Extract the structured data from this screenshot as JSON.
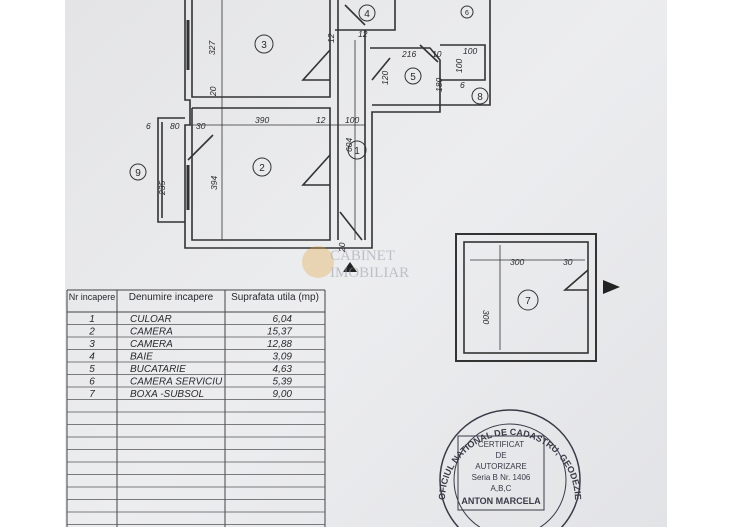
{
  "plan": {
    "rooms": [
      "1",
      "2",
      "3",
      "4",
      "5",
      "6",
      "7",
      "8",
      "9"
    ],
    "dimensions": {
      "d327": "327",
      "d390": "390",
      "d394": "394",
      "d12a": "12",
      "d12b": "12",
      "d12c": "12",
      "d100a": "100",
      "d604": "604",
      "d80": "80",
      "d30a": "30",
      "d6a": "6",
      "d235": "235",
      "d216": "216",
      "d10": "10",
      "d100b": "100",
      "d100c": "100",
      "d120": "120",
      "d180": "180",
      "d6b": "6",
      "d20a": "20",
      "d20b": "20",
      "d300a": "300",
      "d300b": "300",
      "d30b": "30"
    }
  },
  "watermark": {
    "line1": "CABINET",
    "line2": "IMOBILIAR",
    "accent": "#e3a33a"
  },
  "table": {
    "headers": {
      "nr": "Nr incapere",
      "denumire": "Denumire incapere",
      "suprafata": "Suprafata utila (mp)"
    },
    "rows": [
      {
        "nr": "1",
        "name": "CULOAR",
        "area": "6,04"
      },
      {
        "nr": "2",
        "name": "CAMERA",
        "area": "15,37"
      },
      {
        "nr": "3",
        "name": "CAMERA",
        "area": "12,88"
      },
      {
        "nr": "4",
        "name": "BAIE",
        "area": "3,09"
      },
      {
        "nr": "5",
        "name": "BUCATARIE",
        "area": "4,63"
      },
      {
        "nr": "6",
        "name": "CAMERA SERVICIU",
        "area": "5,39"
      },
      {
        "nr": "7",
        "name": "BOXA  -SUBSOL",
        "area": "9,00"
      }
    ]
  },
  "stamp": {
    "ring": "OFICIUL NATIONAL DE CADASTRU, GEODEZIE SI CARTOGRAFIE",
    "line1": "CERTIFICAT",
    "line2": "DE",
    "line3": "AUTORIZARE",
    "line4": "Seria B Nr. 1406",
    "line5": "A,B,C",
    "line6": "ANTON MARCELA",
    "color": "#3a3a48"
  }
}
